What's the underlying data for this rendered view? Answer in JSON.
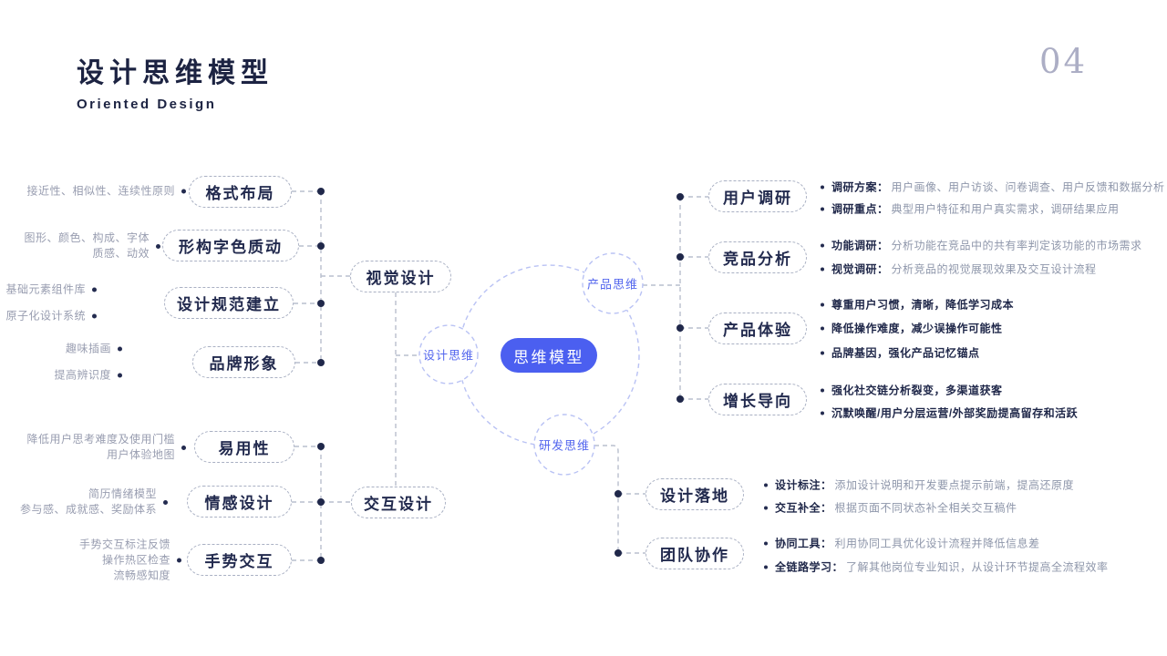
{
  "header": {
    "title": "设计思维模型",
    "subtitle": "Oriented Design",
    "page_number": "04"
  },
  "center": {
    "core_label": "思维模型",
    "branches": {
      "design": "设计思维",
      "product": "产品思维",
      "dev": "研发思维"
    }
  },
  "visual_design": {
    "label": "视觉设计",
    "nodes": [
      {
        "label": "格式布局",
        "annotations": [
          "接近性、相似性、连续性原则"
        ]
      },
      {
        "label": "形构字色质动",
        "annotations": [
          "图形、颜色、构成、字体",
          "质感、动效"
        ]
      },
      {
        "label": "设计规范建立",
        "annotations": [
          "基础元素组件库",
          "原子化设计系统"
        ]
      },
      {
        "label": "品牌形象",
        "annotations": [
          "趣味插画",
          "提高辨识度"
        ]
      }
    ]
  },
  "interaction_design": {
    "label": "交互设计",
    "nodes": [
      {
        "label": "易用性",
        "annotations": [
          "降低用户思考难度及使用门槛",
          "用户体验地图"
        ]
      },
      {
        "label": "情感设计",
        "annotations": [
          "简历情绪模型",
          "参与感、成就感、奖励体系"
        ]
      },
      {
        "label": "手势交互",
        "annotations": [
          "手势交互标注反馈",
          "操作热区检查",
          "流畅感知度"
        ]
      }
    ]
  },
  "product_thinking": {
    "nodes": [
      {
        "label": "用户调研",
        "bullets": [
          {
            "t": "调研方案：",
            "d": "用户画像、用户访谈、问卷调查、用户反馈和数据分析"
          },
          {
            "t": "调研重点：",
            "d": "典型用户特征和用户真实需求，调研结果应用"
          }
        ]
      },
      {
        "label": "竞品分析",
        "bullets": [
          {
            "t": "功能调研：",
            "d": "分析功能在竞品中的共有率判定该功能的市场需求"
          },
          {
            "t": "视觉调研：",
            "d": "分析竞品的视觉展现效果及交互设计流程"
          }
        ]
      },
      {
        "label": "产品体验",
        "bullets": [
          {
            "t": "尊重用户习惯，清晰，降低学习成本",
            "d": ""
          },
          {
            "t": "降低操作难度，减少误操作可能性",
            "d": ""
          },
          {
            "t": "品牌基因，强化产品记忆锚点",
            "d": ""
          }
        ]
      },
      {
        "label": "增长导向",
        "bullets": [
          {
            "t": "强化社交链分析裂变，多渠道获客",
            "d": ""
          },
          {
            "t": "沉默唤醒/用户分层运营/外部奖励提高留存和活跃",
            "d": ""
          }
        ]
      }
    ]
  },
  "dev_thinking": {
    "nodes": [
      {
        "label": "设计落地",
        "bullets": [
          {
            "t": "设计标注：",
            "d": "添加设计说明和开发要点提示前端，提高还原度"
          },
          {
            "t": "交互补全：",
            "d": "根据页面不同状态补全相关交互稿件"
          }
        ]
      },
      {
        "label": "团队协作",
        "bullets": [
          {
            "t": "协同工具：",
            "d": "利用协同工具优化设计流程并降低信息差"
          },
          {
            "t": "全链路学习：",
            "d": "了解其他岗位专业知识，从设计环节提高全流程效率"
          }
        ]
      }
    ]
  },
  "colors": {
    "accent_blue": "#4b5ff0",
    "navy_text": "#222a4e",
    "annotation_gray": "#989db0",
    "description_gray": "#8e96aa",
    "connector_gray": "#b9bfce",
    "circle_border_blue": "#b9c2f4",
    "circle_label_blue": "#5467ee",
    "page_number_gray": "#acaec5"
  }
}
